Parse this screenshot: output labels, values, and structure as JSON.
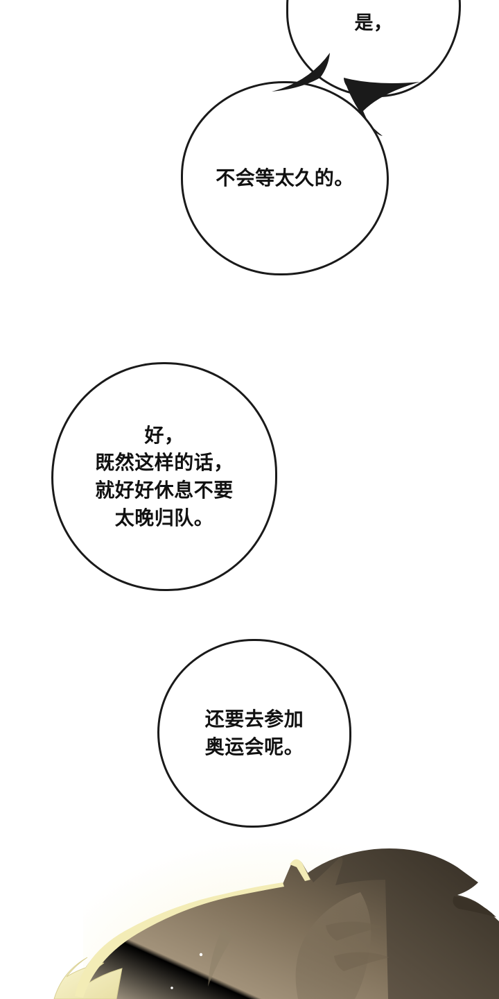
{
  "panel": {
    "background_color": "#ffffff",
    "ink_color": "#1a1a1a",
    "text_color": "#111111"
  },
  "bubbles": [
    {
      "id": "bubble-1",
      "name": "speech-bubble-1",
      "text": "是，",
      "note": "partially cropped by panel top edge"
    },
    {
      "id": "bubble-2",
      "name": "speech-bubble-2",
      "text": "不会等太久的。"
    },
    {
      "id": "bubble-3",
      "name": "speech-bubble-3",
      "text": "好，\n既然这样的话，\n就好好休息不要\n太晚归队。"
    },
    {
      "id": "bubble-4",
      "name": "speech-bubble-4",
      "text": "还要去参加\n奥运会呢。"
    }
  ],
  "artwork": {
    "subject": "character-head-hair",
    "description": "top of a character's head with messy hair seen from above, lit by warm light",
    "hair_dark_color": "#3a3227",
    "hair_mid_color": "#8a7963",
    "hair_light_color": "#b3a089",
    "highlight_color": "#f2ecb8",
    "glow_color": "#f5eebe"
  }
}
